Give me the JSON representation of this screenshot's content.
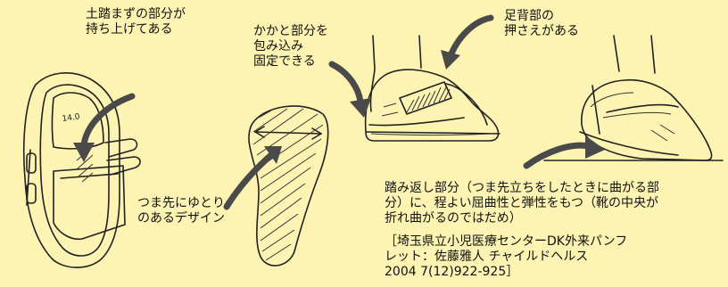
{
  "annotations": {
    "heel_support": "土踏まずの部分が\n持ち上げてある",
    "heel_wrap": "かかと部分を\n包み込み\n固定できる",
    "instep": "足背部の\n押さえがある",
    "toe_room": "つま先にゆとり\nのあるデザイン",
    "flex_point": "踏み返し部分（つま先立ちをしたときに曲がる部\n分）に、程よい屈曲性と弾性をもつ（靴の中央が\n折れ曲がるのではだめ）"
  },
  "source": "［埼玉県立小児医療センターDK外来パンフ\nレット：佐藤雅人 チャイルドヘルス\n2004 7(12)922-925］",
  "insole_marking": "14.0",
  "icons": [
    "open-shoe-illustration",
    "sole-outline-illustration",
    "side-shoe-illustration",
    "flexing-shoe-illustration",
    "pointer-arrow"
  ],
  "colors": {
    "background": "#fdf3b2",
    "arrow": "#4a4a4a",
    "ink": "#222222"
  }
}
